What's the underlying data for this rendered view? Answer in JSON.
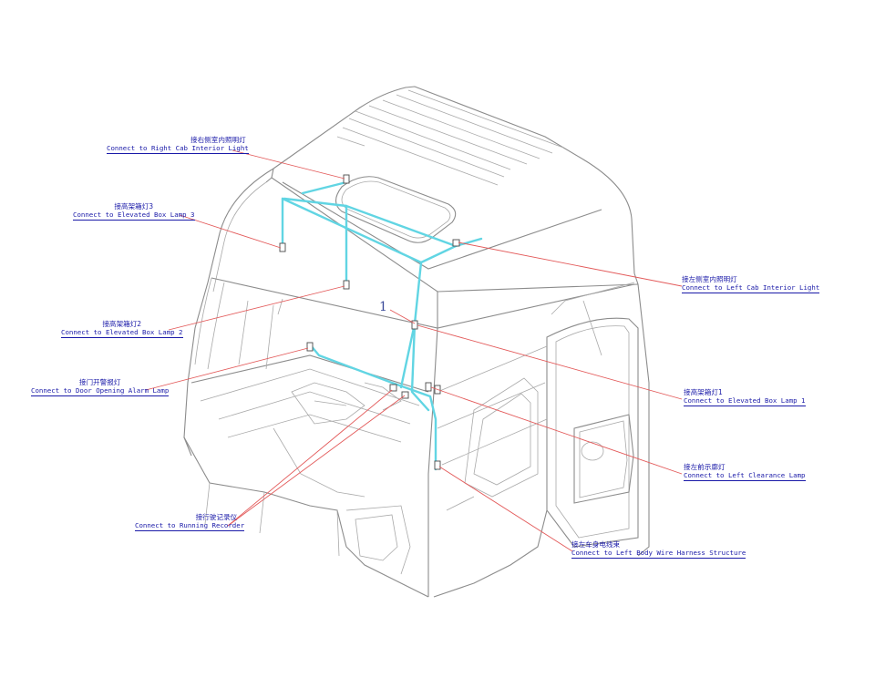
{
  "diagram": {
    "part_number": "1",
    "callouts": [
      {
        "id": "right-cab-interior-light",
        "zh": "接右侧室内照明灯",
        "en": "Connect to Right Cab Interior Light"
      },
      {
        "id": "elevated-box-lamp-3",
        "zh": "接高架箱灯3",
        "en": "Connect to Elevated Box Lamp 3"
      },
      {
        "id": "elevated-box-lamp-2",
        "zh": "接高架箱灯2",
        "en": "Connect to Elevated Box Lamp 2"
      },
      {
        "id": "door-opening-alarm-lamp",
        "zh": "接门开警报灯",
        "en": "Connect to Door Opening Alarm Lamp"
      },
      {
        "id": "running-recorder",
        "zh": "接行驶记录仪",
        "en": "Connect to Running Recorder"
      },
      {
        "id": "left-cab-interior-light",
        "zh": "接左侧室内照明灯",
        "en": "Connect to Left Cab Interior Light"
      },
      {
        "id": "elevated-box-lamp-1",
        "zh": "接高架箱灯1",
        "en": "Connect to Elevated Box Lamp 1"
      },
      {
        "id": "left-clearance-lamp",
        "zh": "接左前示廓灯",
        "en": "Connect to Left Clearance Lamp"
      },
      {
        "id": "left-body-wire-harness",
        "zh": "接左车身电线束",
        "en": "Connect to Left Body Wire Harness Structure"
      }
    ]
  },
  "colors": {
    "label_text": "#1a1aa8",
    "leader_line": "#e35a5a",
    "harness": "#61d5e3",
    "cab_outline": "#8c8c8c"
  }
}
